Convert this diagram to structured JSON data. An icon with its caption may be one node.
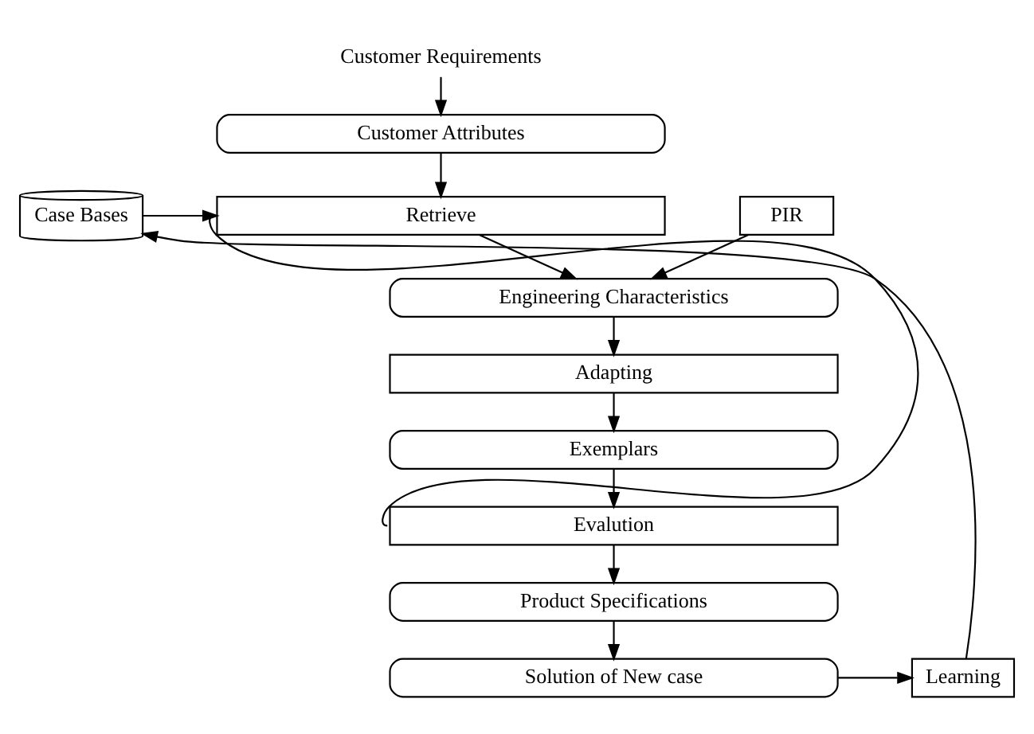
{
  "diagram": {
    "nodes": [
      {
        "text": [
          "Customer Requirements"
        ]
      },
      {
        "text": [
          "Customer Attributes"
        ]
      },
      {
        "text": [
          "Retrieve"
        ]
      },
      {
        "text": [
          "Case Bases"
        ]
      },
      {
        "text": [
          "PIR"
        ]
      },
      {
        "text": [
          "Engineering Characteristics"
        ]
      },
      {
        "text": [
          "Adapting"
        ]
      },
      {
        "text": [
          "Exemplars"
        ]
      },
      {
        "text": [
          "Evalution"
        ]
      },
      {
        "text": [
          "Product Specifications"
        ]
      },
      {
        "text": [
          "Solution of New case"
        ]
      },
      {
        "text": [
          "Learning"
        ]
      }
    ],
    "edges": [
      {
        "from": 0,
        "to": 1,
        "arrow": "to"
      },
      {
        "from": 1,
        "to": 2,
        "arrow": "to"
      },
      {
        "from": 3,
        "to": 2,
        "arrow": "to"
      },
      {
        "from": 2,
        "to": 5,
        "arrow": "to"
      },
      {
        "from": 4,
        "to": 5,
        "arrow": "to"
      },
      {
        "from": 5,
        "to": 6,
        "arrow": "to"
      },
      {
        "from": 6,
        "to": 7,
        "arrow": "to"
      },
      {
        "from": 7,
        "to": 8,
        "arrow": "to"
      },
      {
        "from": 8,
        "to": 2,
        "arrow": "none"
      },
      {
        "from": 8,
        "to": 9,
        "arrow": "to"
      },
      {
        "from": 9,
        "to": 10,
        "arrow": "to"
      },
      {
        "from": 10,
        "to": 11,
        "arrow": "to"
      },
      {
        "from": 11,
        "to": 3,
        "arrow": "to"
      }
    ]
  }
}
